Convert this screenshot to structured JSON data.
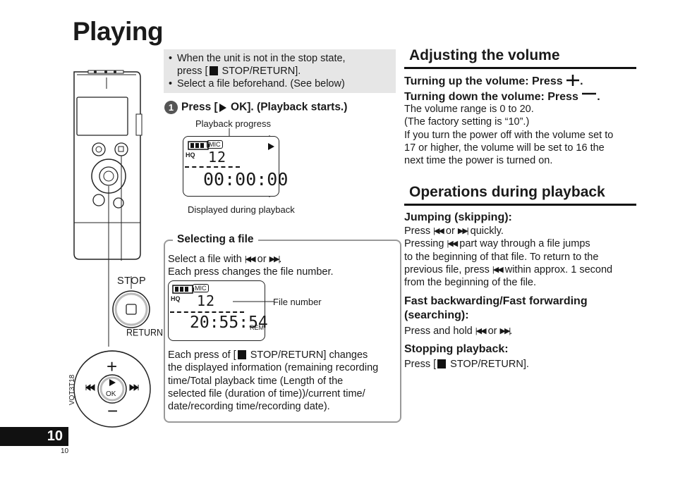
{
  "page_title": "Playing",
  "notes": [
    [
      "When the unit is not in the stop state,",
      "press [",
      " STOP/RETURN]."
    ],
    [
      "Select a file beforehand. (See below)"
    ]
  ],
  "step1": {
    "number": "1",
    "pre": "Press [",
    "post": " OK]. (Playback starts.)"
  },
  "display1": {
    "caption_top": "Playback progress",
    "caption_bottom": "Displayed during playback",
    "mic": "MIC",
    "hq": "HQ",
    "file_no": "12",
    "time": "00:00:00"
  },
  "selecting": {
    "title": "Selecting a file",
    "line1_pre": "Select a file with",
    "line1_mid": "or",
    "line1_post": ".",
    "line2": "Each press changes the file number.",
    "display": {
      "mic": "MIC",
      "hq": "HQ",
      "file_no": "12",
      "remaining": "20:55:54",
      "rem": "REM",
      "caption": "File number"
    },
    "para": [
      "Each press of [",
      " STOP/RETURN] changes",
      "the displayed information (remaining recording",
      "time/Total playback time (Length of the",
      "selected file (duration of time))/current time/",
      "date/recording time/recording date)."
    ]
  },
  "device": {
    "stop": "STOP",
    "return": "RETURN",
    "ok": "OK",
    "plus": "+",
    "minus": "−"
  },
  "volume": {
    "heading": "Adjusting the volume",
    "up": "Turning up the volume: Press",
    "down": "Turning down the volume: Press",
    "lines": [
      "The volume range is 0 to 20.",
      "(The factory setting is “10”.)",
      "If you turn the power off with the volume set to",
      "17 or higher, the volume will be set to 16 the",
      "next time the power is turned on."
    ]
  },
  "operations": {
    "heading": "Operations during playback",
    "jump_heading": "Jumping (skipping):",
    "jump_l1_pre": "Press",
    "jump_l1_mid": "or",
    "jump_l1_post": "quickly.",
    "jump_l2_pre": "Pressing",
    "jump_l2_post": "part way through a file jumps",
    "jump_l3": "to the beginning of that file. To return to the",
    "jump_l4_pre": "previous file, press",
    "jump_l4_post": "within approx. 1 second",
    "jump_l5": "from the beginning of the file.",
    "ff_heading_1": "Fast backwarding/Fast forwarding",
    "ff_heading_2": "(searching):",
    "ff_pre": "Press and hold",
    "ff_mid": "or",
    "ff_post": ".",
    "stop_heading": "Stopping playback:",
    "stop_pre": "Press [",
    "stop_post": " STOP/RETURN]."
  },
  "footer": {
    "page_number": "10",
    "page_small": "10",
    "code": "VQT3T18"
  }
}
